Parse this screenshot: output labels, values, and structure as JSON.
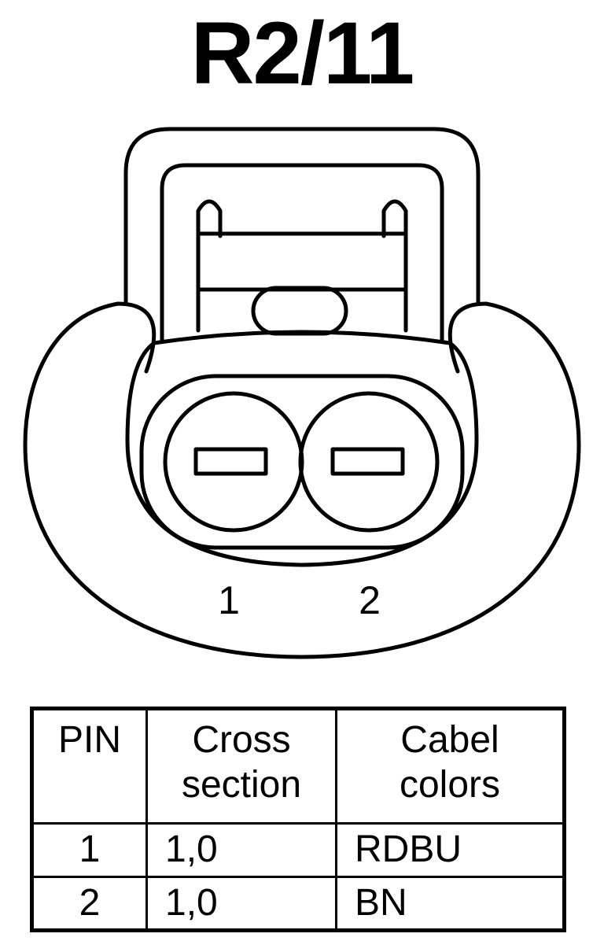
{
  "connector": {
    "title": "R2/11",
    "pin_labels": [
      "1",
      "2"
    ]
  },
  "table": {
    "headers": {
      "pin": "PIN",
      "cross_line1": "Cross",
      "cross_line2": "section",
      "color_line1": "Cabel",
      "color_line2": "colors"
    },
    "rows": [
      {
        "pin": "1",
        "cross_section": "1,0",
        "cable_color": "RDBU"
      },
      {
        "pin": "2",
        "cross_section": "1,0",
        "cable_color": "BN"
      }
    ]
  },
  "colors": {
    "line": "#000000",
    "background": "#ffffff"
  }
}
